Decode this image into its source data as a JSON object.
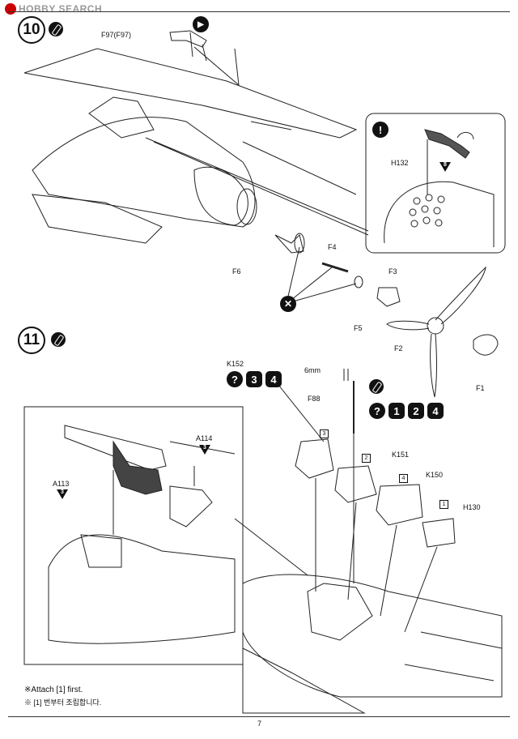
{
  "watermark": "HOBBY SEARCH",
  "step10": {
    "number": "10",
    "parts": {
      "f97": "F97(F97)",
      "h132": "H132",
      "h132_count": "8",
      "f4": "F4",
      "f6": "F6",
      "f3": "F3",
      "f5": "F5",
      "f2": "F2",
      "f1": "F1"
    }
  },
  "step11": {
    "number": "11",
    "parts": {
      "k152": "K152",
      "k152_opts": [
        "3",
        "4"
      ],
      "size": "6mm",
      "f88": "F88",
      "f88_opts": [
        "1",
        "2",
        "4"
      ],
      "k151": "K151",
      "k150": "K150",
      "h130": "H130",
      "a114": "A114",
      "a114_count": "3",
      "a113": "A113",
      "a113_count": "3",
      "box3": "3",
      "box2": "2",
      "box4": "4",
      "box1": "1"
    }
  },
  "note_en": "※Attach [1] first.",
  "note_ko": "※ [1] 번부터 조립합니다.",
  "page_number": "7"
}
